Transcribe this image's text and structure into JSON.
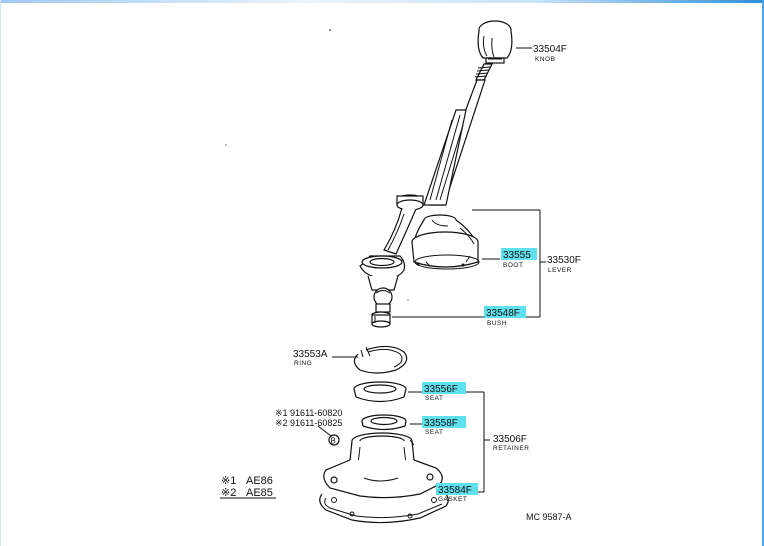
{
  "colors": {
    "highlight": "#5fe0ec",
    "ink": "#111111",
    "frame_accent": "#4aa3e6"
  },
  "parts": {
    "knob": {
      "number": "33504F",
      "name": "KNOB"
    },
    "boot": {
      "number": "33555",
      "name": "BOOT"
    },
    "lever": {
      "number": "33530F",
      "name": "LEVER"
    },
    "bush": {
      "number": "33548F",
      "name": "BUSH"
    },
    "ring": {
      "number": "33553A",
      "name": "RING"
    },
    "seat1": {
      "number": "33556F",
      "name": "SEAT"
    },
    "seat2": {
      "number": "33558F",
      "name": "SEAT"
    },
    "retainer": {
      "number": "33506F",
      "name": "RETAINER"
    },
    "gasket": {
      "number": "33584F",
      "name": "GASKET"
    }
  },
  "bolts": {
    "line1": "※1 91611-60820",
    "line2": "※2 91611-60825",
    "callout": "B"
  },
  "legend": {
    "line1_mark": "※1",
    "line1_model": "AE86",
    "line2_mark": "※2",
    "line2_model": "AE85"
  },
  "diagram_code": "MC 9587-A"
}
